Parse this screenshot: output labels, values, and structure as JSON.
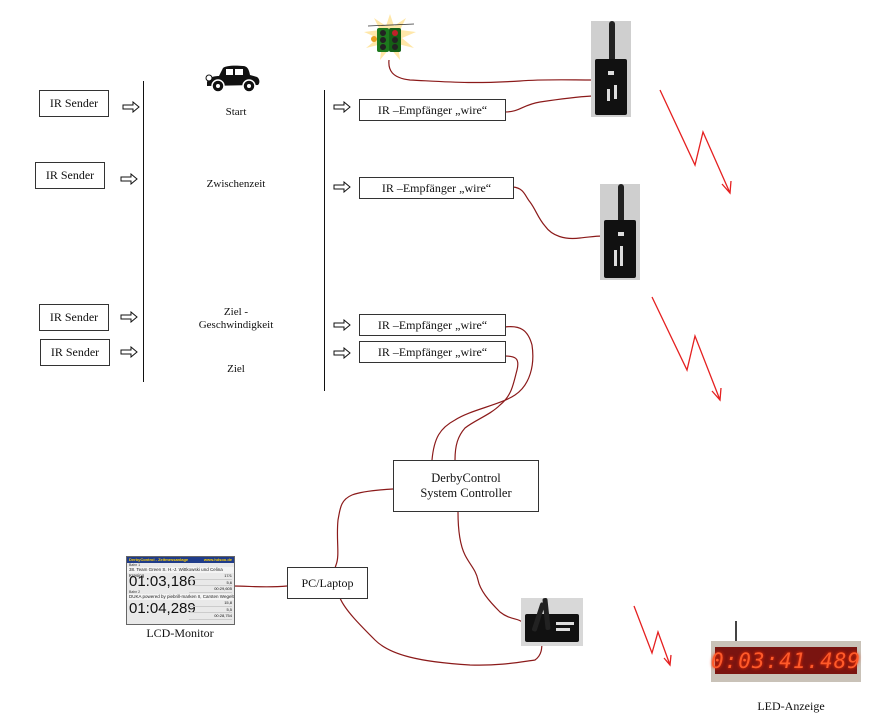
{
  "diagram": {
    "colors": {
      "wire": "#8b1a1a",
      "radio_signal": "#e52020",
      "box_border": "#333333"
    },
    "senders": [
      {
        "label": "IR Sender"
      },
      {
        "label": "IR Sender"
      },
      {
        "label": "IR Sender"
      },
      {
        "label": "IR Sender"
      }
    ],
    "stations": {
      "start": "Start",
      "split": "Zwischenzeit",
      "speed_line1": "Ziel -",
      "speed_line2": "Geschwindigkeit",
      "finish": "Ziel"
    },
    "receivers": [
      {
        "label": "IR –Empfänger „wire“"
      },
      {
        "label": "IR –Empfänger „wire“"
      },
      {
        "label": "IR –Empfänger „wire“"
      },
      {
        "label": "IR –Empfänger „wire“"
      }
    ],
    "controller": {
      "line1": "DerbyControl",
      "line2": "System Controller"
    },
    "pc": {
      "label": "PC/Laptop"
    },
    "lcd_monitor": {
      "caption": "LCD-Monitor",
      "title": "DerbyControl - Zeitmessanlage",
      "url": "www.hdsoo.de",
      "lanes": [
        {
          "lane": "Bahn 1",
          "team": "38. Team Green S. H.-J. Wittkowski und Celina Kresing",
          "time": "01:03,186",
          "stats": [
            "17/1",
            "5,6",
            "00:29,605"
          ]
        },
        {
          "lane": "Bahn 2",
          "team": "DUKA powered by piebrill-marken II, Carsten Wegelt",
          "time": "01:04,289",
          "stats": [
            "15,8",
            "5,5",
            "00:28,754"
          ]
        }
      ]
    },
    "led_display": {
      "caption": "LED-Anzeige",
      "value": "0:03:41.489"
    },
    "icons": {
      "car": "vintage-car-icon",
      "traffic_light": "traffic-light-icon",
      "transmitter": "radio-transmitter-icon",
      "signal": "lightning-signal-icon",
      "handheld": "handheld-controller-icon"
    }
  }
}
